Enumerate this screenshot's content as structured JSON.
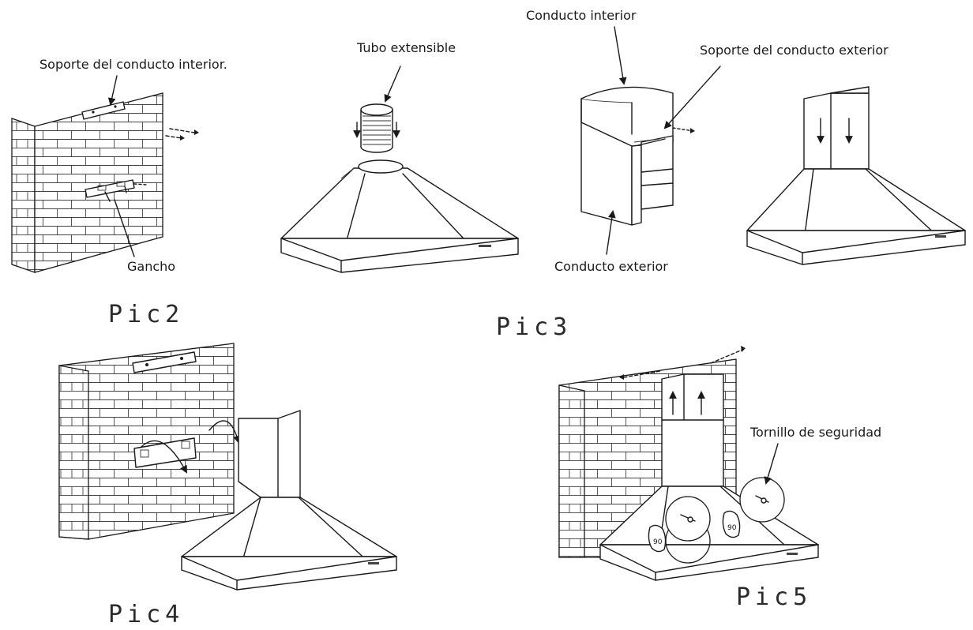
{
  "labels": {
    "soporte_interior": "Soporte del conducto interior.",
    "gancho": "Gancho",
    "tubo_extensible": "Tubo extensible",
    "conducto_interior": "Conducto interior",
    "soporte_exterior": "Soporte del conducto exterior",
    "conducto_exterior": "Conducto exterior",
    "tornillo_seguridad": "Tornillo de seguridad"
  },
  "pictures": {
    "pic2": "Pic2",
    "pic3": "Pic3",
    "pic4": "Pic4",
    "pic5": "Pic5"
  },
  "stickers": {
    "sticker_left": "90",
    "sticker_right": "90"
  },
  "colors": {
    "line": "#1a1a1a",
    "background": "#ffffff"
  }
}
